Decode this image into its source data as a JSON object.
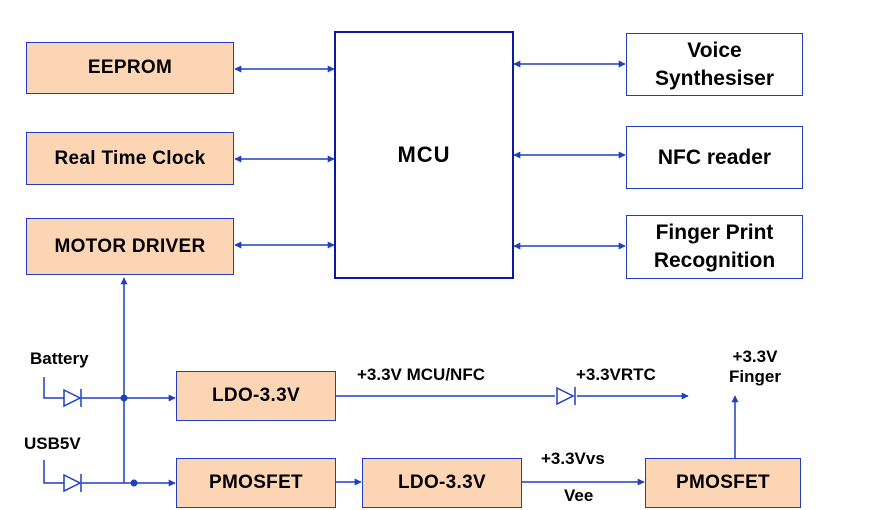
{
  "blocks": {
    "eeprom": "EEPROM",
    "rtc": "Real Time Clock",
    "motor_driver": "MOTOR DRIVER",
    "mcu": "MCU",
    "voice_line1": "Voice",
    "voice_line2": "Synthesiser",
    "nfc_reader": "NFC reader",
    "finger_line1": "Finger Print",
    "finger_line2": "Recognition",
    "ldo_upper": "LDO-3.3V",
    "pmosfet_left": "PMOSFET",
    "ldo_lower": "LDO-3.3V",
    "pmosfet_right": "PMOSFET"
  },
  "labels": {
    "battery": "Battery",
    "usb5v": "USB5V",
    "mcu_nfc_rail": "+3.3V MCU/NFC",
    "vrtc_rail": "+3.3VRTC",
    "finger_rail_line1": "+3.3V",
    "finger_rail_line2": "Finger",
    "vvs_rail": "+3.3Vvs",
    "vee": "Vee"
  },
  "colors": {
    "line": "#1f3fc0",
    "block_fill": "#fcd5b4",
    "mcu_border": "#0a1aa0"
  }
}
